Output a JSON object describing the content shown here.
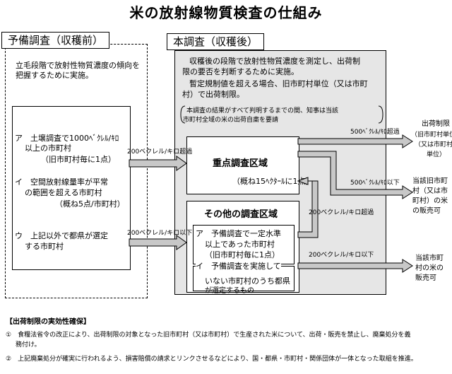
{
  "title": "米の放射線物質検査の仕組み",
  "prelim": {
    "header": "予備調査（収穫前）",
    "desc": "立毛段階で放射性物質濃度の傾向を把握するために実施。",
    "item_a_1": "ア　土壌調査で1000ﾍﾞｸﾚﾙ/ｷﾛ",
    "item_a_2": "以上の市町村",
    "item_a_3": "（旧市町村毎に1点）",
    "item_i_1": "イ　空間放射線量率が平常",
    "item_i_2": "の範囲を超える市町村",
    "item_i_3": "（概ね5点/市町村）",
    "item_u_1": "ウ　上記以外で都県が選定",
    "item_u_2": "する市町村"
  },
  "main": {
    "header": "本調査（収穫後）",
    "desc_1": "収穫後の段階で放射性物質濃度を測定し、出荷制",
    "desc_2": "限の要否を判断するために実施。",
    "desc_3": "暫定規制値を超える場合、旧市町村単位（又は市町",
    "desc_4": "村）で出荷制限。",
    "note_1": "本調査の結果がすべて判明するまでの間、知事は当該",
    "note_2": "市町村全域の米の出荷自粛を要請",
    "priority_title": "重点調査区域",
    "priority_sub": "（概ね15ﾍｸﾀｰﾙに1点）",
    "other_title": "その他の調査区域",
    "other_a_1": "ア　予備調査で一定水準",
    "other_a_2": "以上であった市町村",
    "other_a_3": "（旧市町村毎に1点）",
    "other_i_1": "イ　予備調査を実施して",
    "other_i_2": "いない市町村のうち都県",
    "other_i_3": "が選定するもの"
  },
  "arrows": {
    "over200": "200ベクレル/キロ超過",
    "under200": "200ベクレル/キロ以下",
    "over200_up": "200ベクレル/キロ超過",
    "over500": "500ﾍﾞｸﾚﾙ/ｷﾛ超過",
    "under500": "500ﾍﾞｸﾚﾙ/ｷﾛ以下",
    "under200_right": "200ベクレル/キロ以下"
  },
  "outcomes": {
    "restrict_1": "出荷制限",
    "restrict_2": "（旧市町村単位",
    "restrict_3": "（又は市町村",
    "restrict_4": "単位）",
    "sale_1_1": "当該旧市町",
    "sale_1_2": "村（又は市",
    "sale_1_3": "町村）の米",
    "sale_1_4": "の販売可",
    "sale_2_1": "当該市町",
    "sale_2_2": "村の米の",
    "sale_2_3": "販売可"
  },
  "footer": {
    "heading": "【出荷制限の実効性確保】",
    "item1_1": "①　食糧法省令の改正により、出荷制限の対象となった旧市町村（又は市町村）で生産された米について、出荷・販売を禁止し、廃棄処分を義",
    "item1_2": "務付け。",
    "item2": "②　上記廃棄処分が確実に行われるよう、損害賠償の請求とリンクさせるなどにより、国・都県・市町村・関係団体が一体となった取組を推進。"
  }
}
